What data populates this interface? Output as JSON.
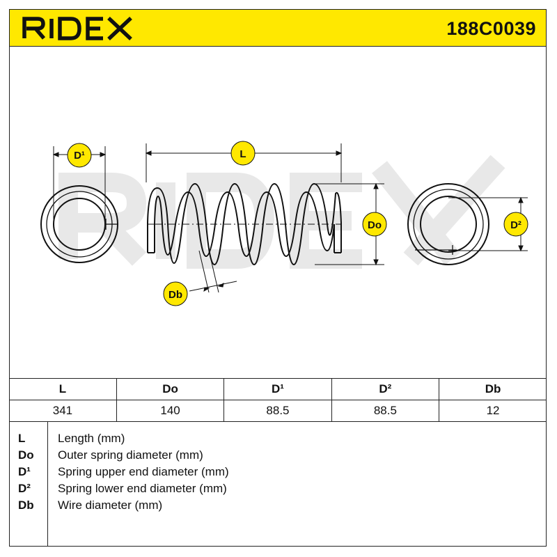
{
  "header": {
    "brand": "RIDEX",
    "part_number": "188C0039"
  },
  "diagram": {
    "labels": {
      "d1": "D¹",
      "length": "L",
      "outer_diameter": "Do",
      "d2": "D²",
      "wire": "Db"
    },
    "watermark": "RIDEX"
  },
  "table": {
    "headers": [
      "L",
      "Do",
      "D¹",
      "D²",
      "Db"
    ],
    "values": [
      "341",
      "140",
      "88.5",
      "88.5",
      "12"
    ]
  },
  "legend": [
    {
      "key": "L",
      "desc": "Length (mm)"
    },
    {
      "key": "Do",
      "desc": "Outer spring diameter (mm)"
    },
    {
      "key": "D¹",
      "desc": "Spring upper end diameter (mm)"
    },
    {
      "key": "D²",
      "desc": "Spring lower end diameter (mm)"
    },
    {
      "key": "Db",
      "desc": "Wire diameter (mm)"
    }
  ],
  "colors": {
    "brand_yellow": "#ffe800",
    "label_yellow": "#ffe800",
    "watermark_gray": "#e6e6e6"
  }
}
